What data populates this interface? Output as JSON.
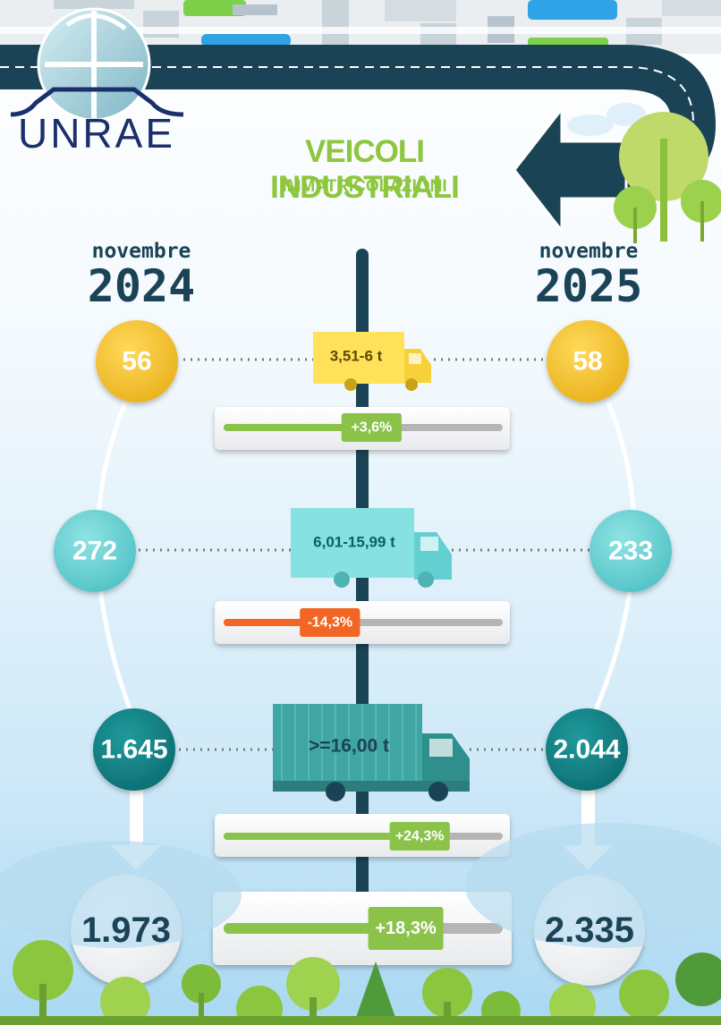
{
  "brand": {
    "logo_text": "UNRAE"
  },
  "header": {
    "title": "VEICOLI INDUSTRIALI",
    "subtitle": "IMMATRICOLAZIONI"
  },
  "periods": {
    "left": {
      "month": "novembre",
      "year": "2024"
    },
    "right": {
      "month": "novembre",
      "year": "2025"
    }
  },
  "rows": [
    {
      "category": "3,51-6 t",
      "value_2024": "56",
      "value_2025": "58",
      "change": "+3,6%",
      "change_pct": 3.6,
      "color": "#f2c12e",
      "trend": "up"
    },
    {
      "category": "6,01-15,99 t",
      "value_2024": "272",
      "value_2025": "233",
      "change": "-14,3%",
      "change_pct": -14.3,
      "color": "#6fd3d3",
      "trend": "down"
    },
    {
      "category": ">=16,00 t",
      "value_2024": "1.645",
      "value_2025": "2.044",
      "change": "+24,3%",
      "change_pct": 24.3,
      "color": "#1f8a8c",
      "trend": "up"
    }
  ],
  "total": {
    "value_2024": "1.973",
    "value_2025": "2.335",
    "change": "+18,3%",
    "change_pct": 18.3,
    "trend": "up"
  },
  "colors": {
    "navy": "#1b4356",
    "green": "#8bc34a",
    "orange": "#f26522",
    "title_green": "#8dc63f"
  }
}
